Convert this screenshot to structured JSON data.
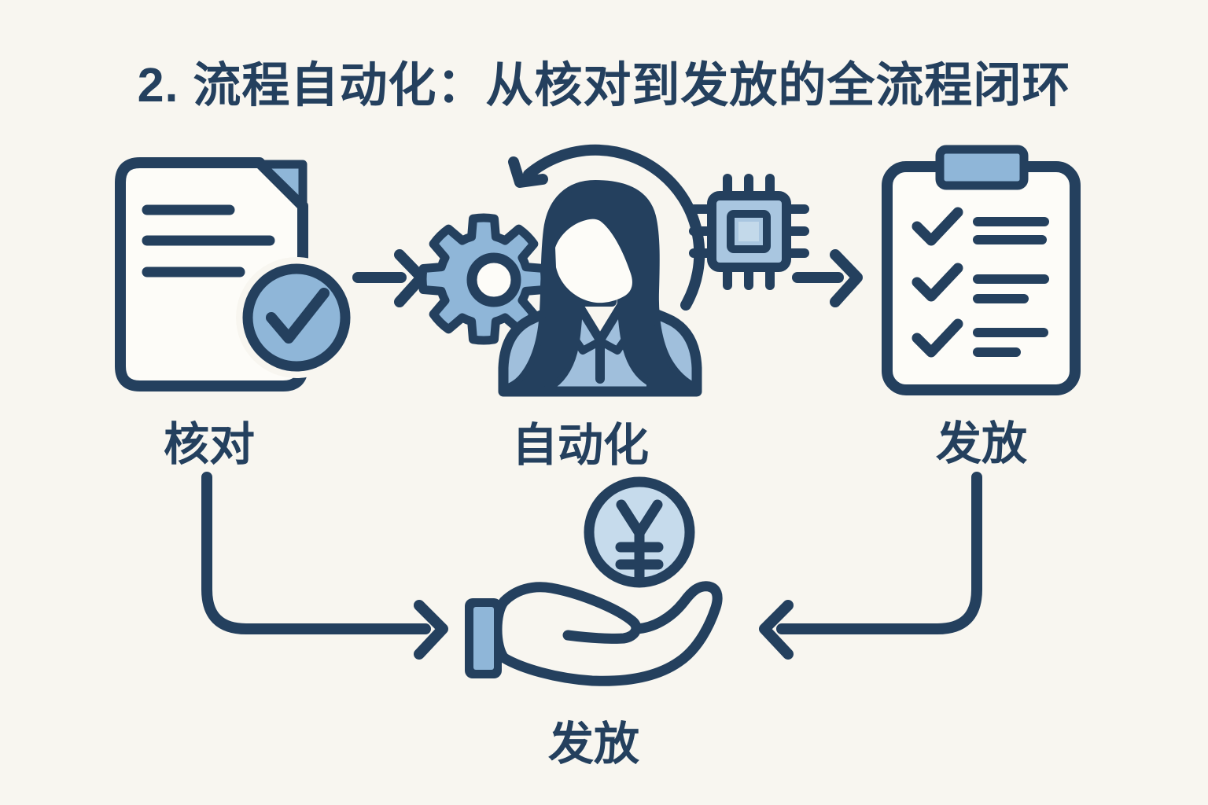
{
  "title": "2. 流程自动化：从核对到发放的全流程闭环",
  "colors": {
    "background": "#f8f6f0",
    "navy": "#24405e",
    "light_blue": "#8fb6d8",
    "shirt_blue": "#a0bfdc",
    "chip_blue": "#a9c6e0",
    "chip_core_blue": "#c3d9ea",
    "coin_blue": "#c6dbec",
    "paper": "#fdfcf8"
  },
  "flow": {
    "steps": [
      {
        "label": "核对",
        "icon": "document-check-icon"
      },
      {
        "label": "自动化",
        "icon": "person-gear-icon"
      },
      {
        "label": "发放",
        "icon": "checklist-clipboard-icon"
      }
    ],
    "result": {
      "label": "发放",
      "icon": "hand-coin-icon",
      "coin_symbol": "¥"
    }
  }
}
